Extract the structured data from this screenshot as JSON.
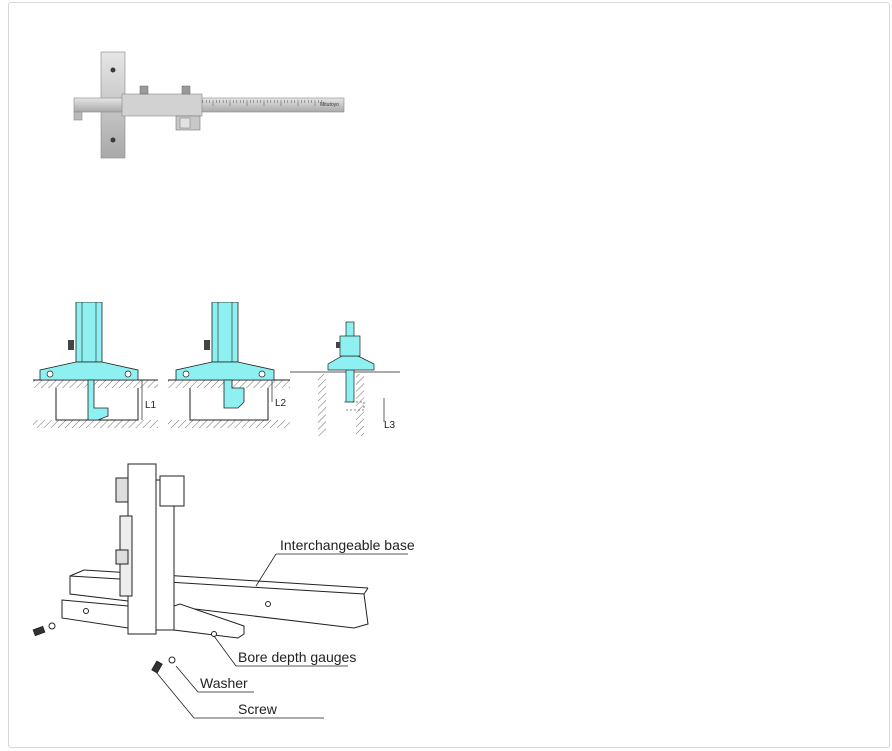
{
  "photo": {
    "brand": "Mitutoyo"
  },
  "diagrams": {
    "labels": [
      "L1",
      "L2",
      "L3"
    ]
  },
  "assembly": {
    "labels": {
      "interchangeable_base": "Interchangeable base",
      "bore_depth_gauges": "Bore depth gauges",
      "washer": "Washer",
      "screw": "Screw"
    }
  },
  "colors": {
    "cyan": "#8ef0f0",
    "steel": "#c4c4c4",
    "line": "#222222"
  }
}
